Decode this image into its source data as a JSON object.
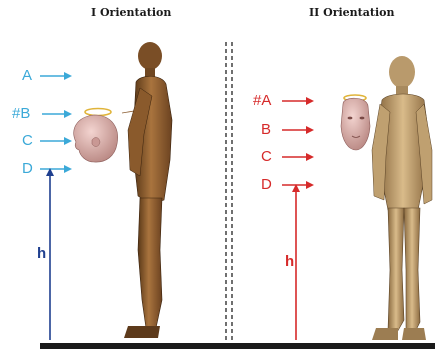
{
  "panel_left": {
    "title": "I Orientation",
    "labels": [
      "A",
      "#B",
      "C",
      "D"
    ],
    "height_label": "h"
  },
  "panel_right": {
    "title": "II Orientation",
    "labels": [
      "#A",
      "B",
      "C",
      "D"
    ],
    "height_label": "h"
  },
  "colors": {
    "left_arrows": "#3ba9d8",
    "right_arrows": "#d62a2a",
    "left_h_arrow": "#1f3f8f",
    "right_h_arrow": "#d62a2a",
    "halo": "#e0b43a",
    "body_left": "#9a6a3a",
    "body_right": "#c8a878",
    "head_skin": "#e6b8b4",
    "ground": "#1a1a1a"
  }
}
